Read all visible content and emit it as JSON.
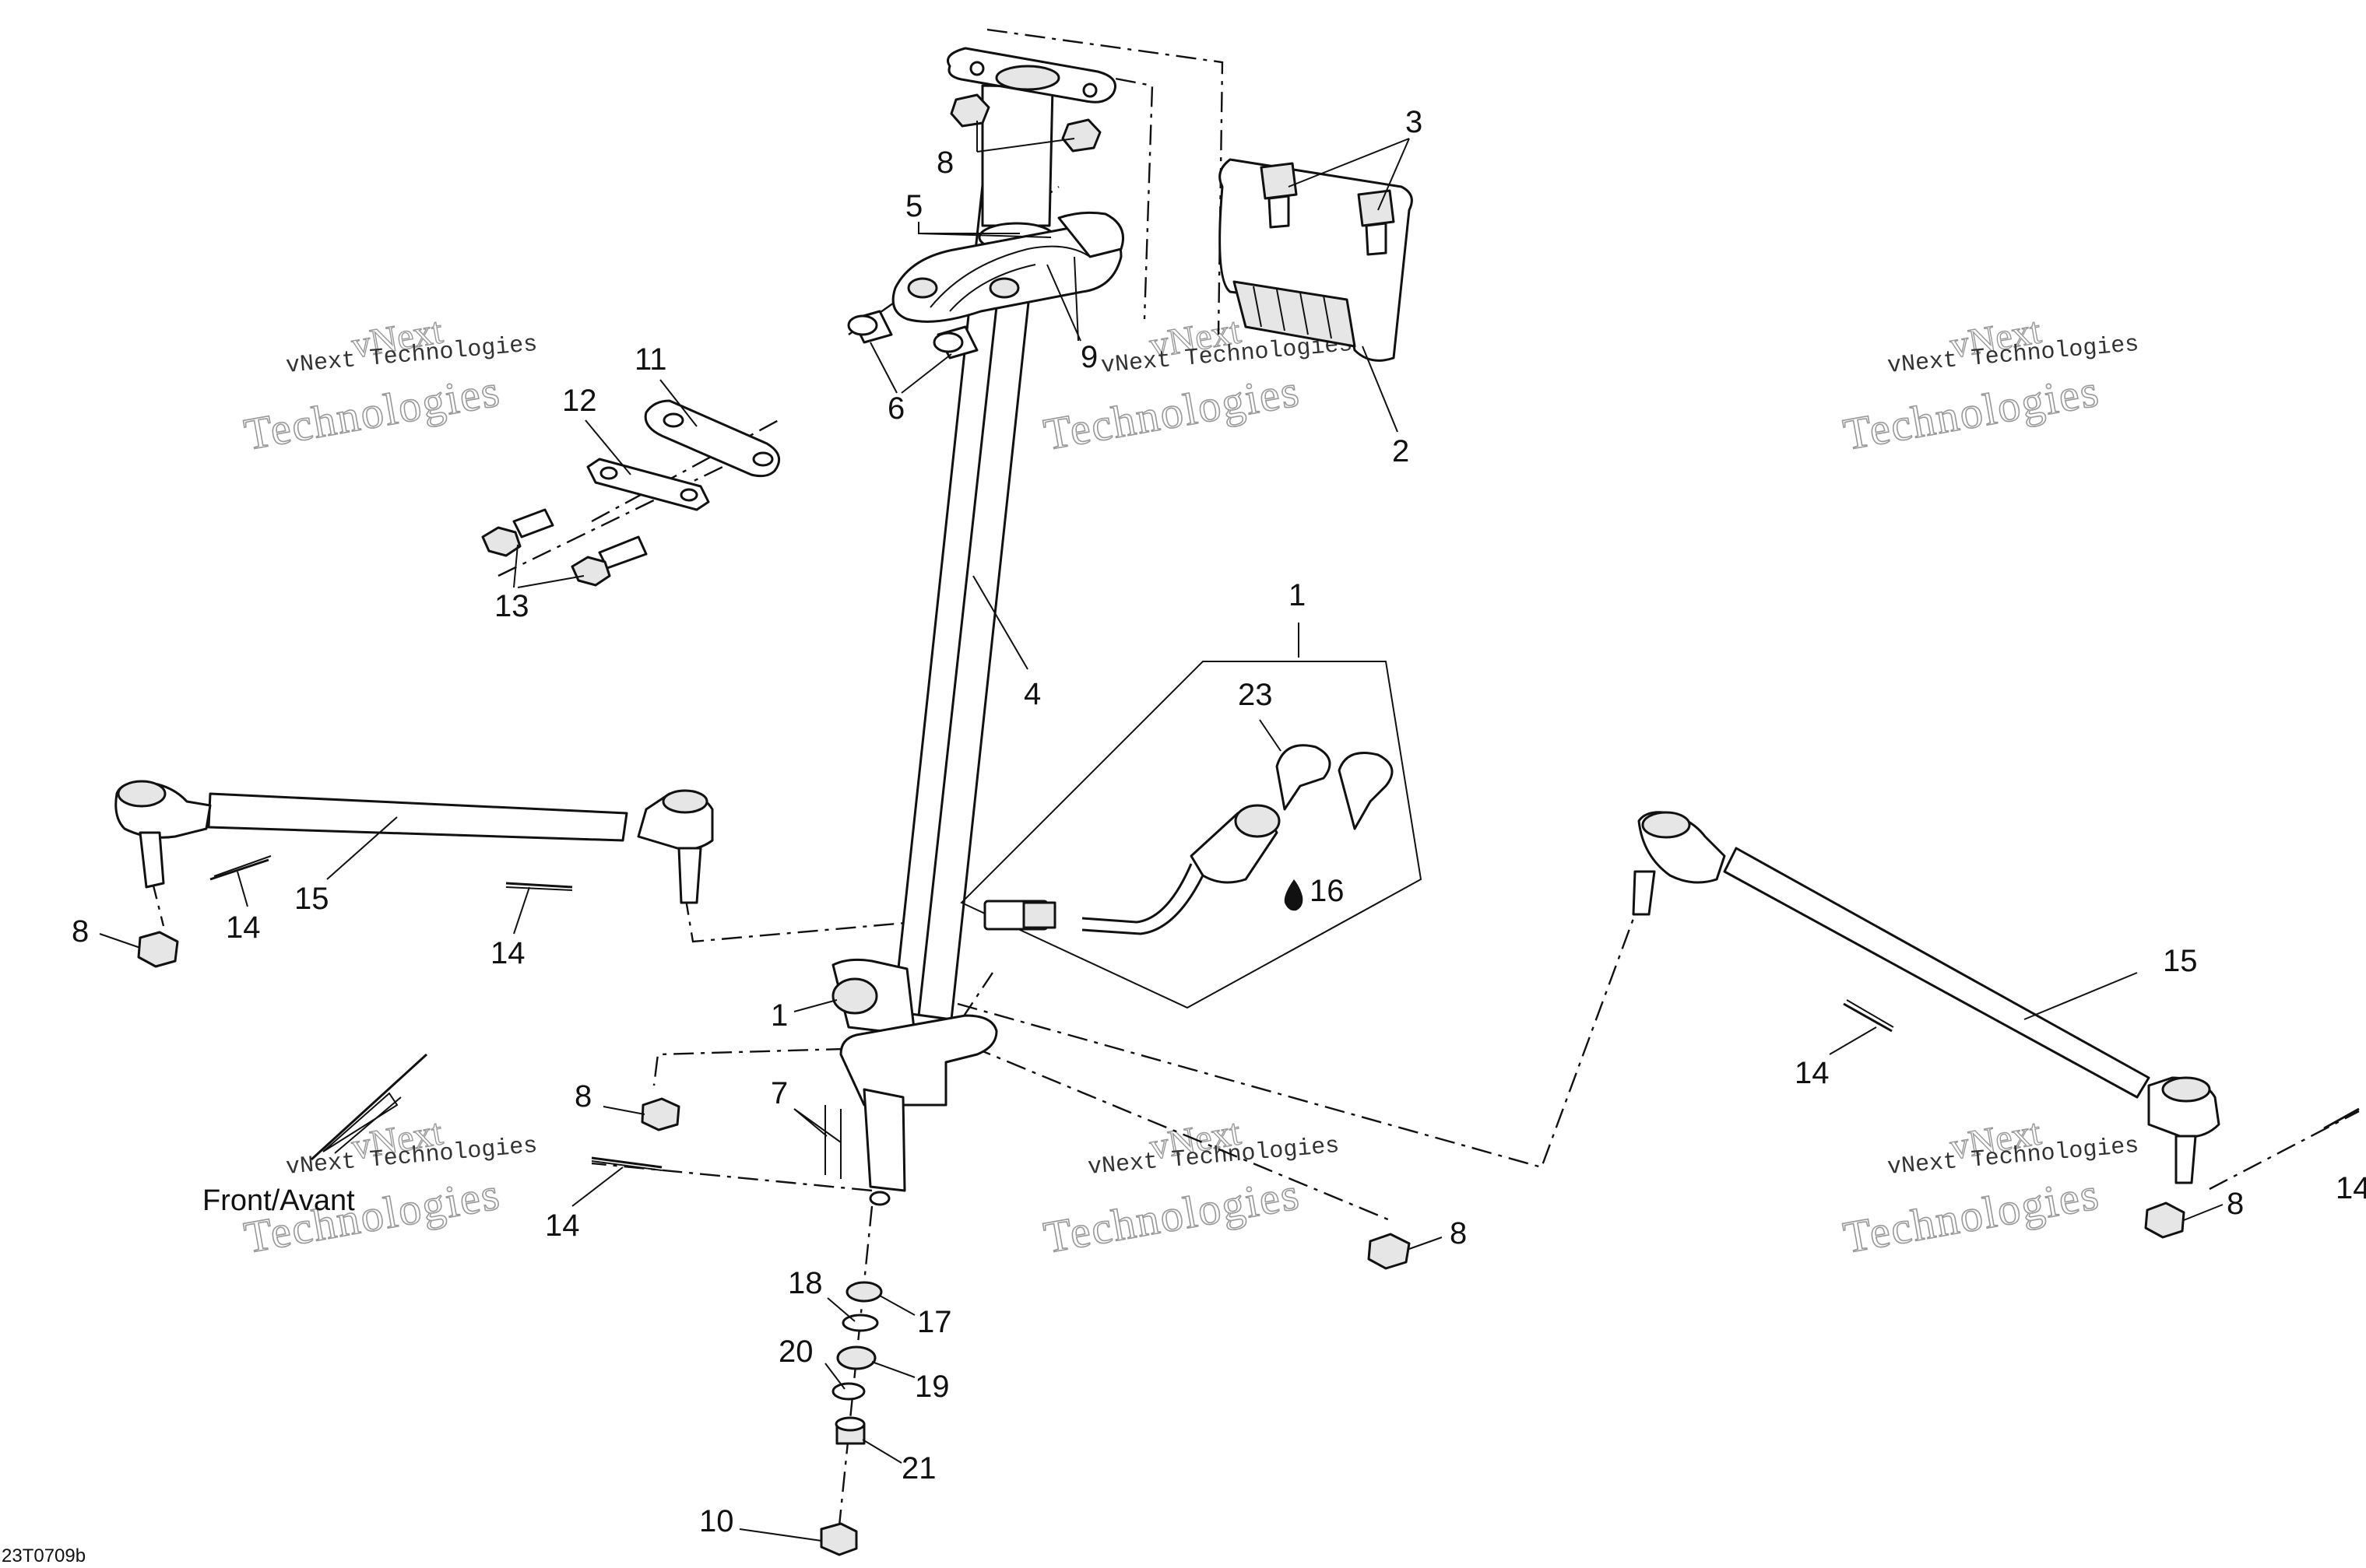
{
  "diagram": {
    "drawing_code": "23T0709b",
    "orientation_label": "Front/Avant",
    "watermark": {
      "line1": "vNext Technologies",
      "line2": "vNext",
      "line3": "Technologies"
    },
    "callouts": {
      "c1a": "1",
      "c1b": "1",
      "c2": "2",
      "c3": "3",
      "c4": "4",
      "c5": "5",
      "c6": "6",
      "c7": "7",
      "c8a": "8",
      "c8b": "8",
      "c8c": "8",
      "c8d": "8",
      "c8e": "8",
      "c9": "9",
      "c10": "10",
      "c11": "11",
      "c12": "12",
      "c13": "13",
      "c14a": "14",
      "c14b": "14",
      "c14c": "14",
      "c14d": "14",
      "c14e": "14",
      "c15a": "15",
      "c15b": "15",
      "c16": "16",
      "c17": "17",
      "c18": "18",
      "c19": "19",
      "c20": "20",
      "c21": "21",
      "c23": "23"
    }
  }
}
